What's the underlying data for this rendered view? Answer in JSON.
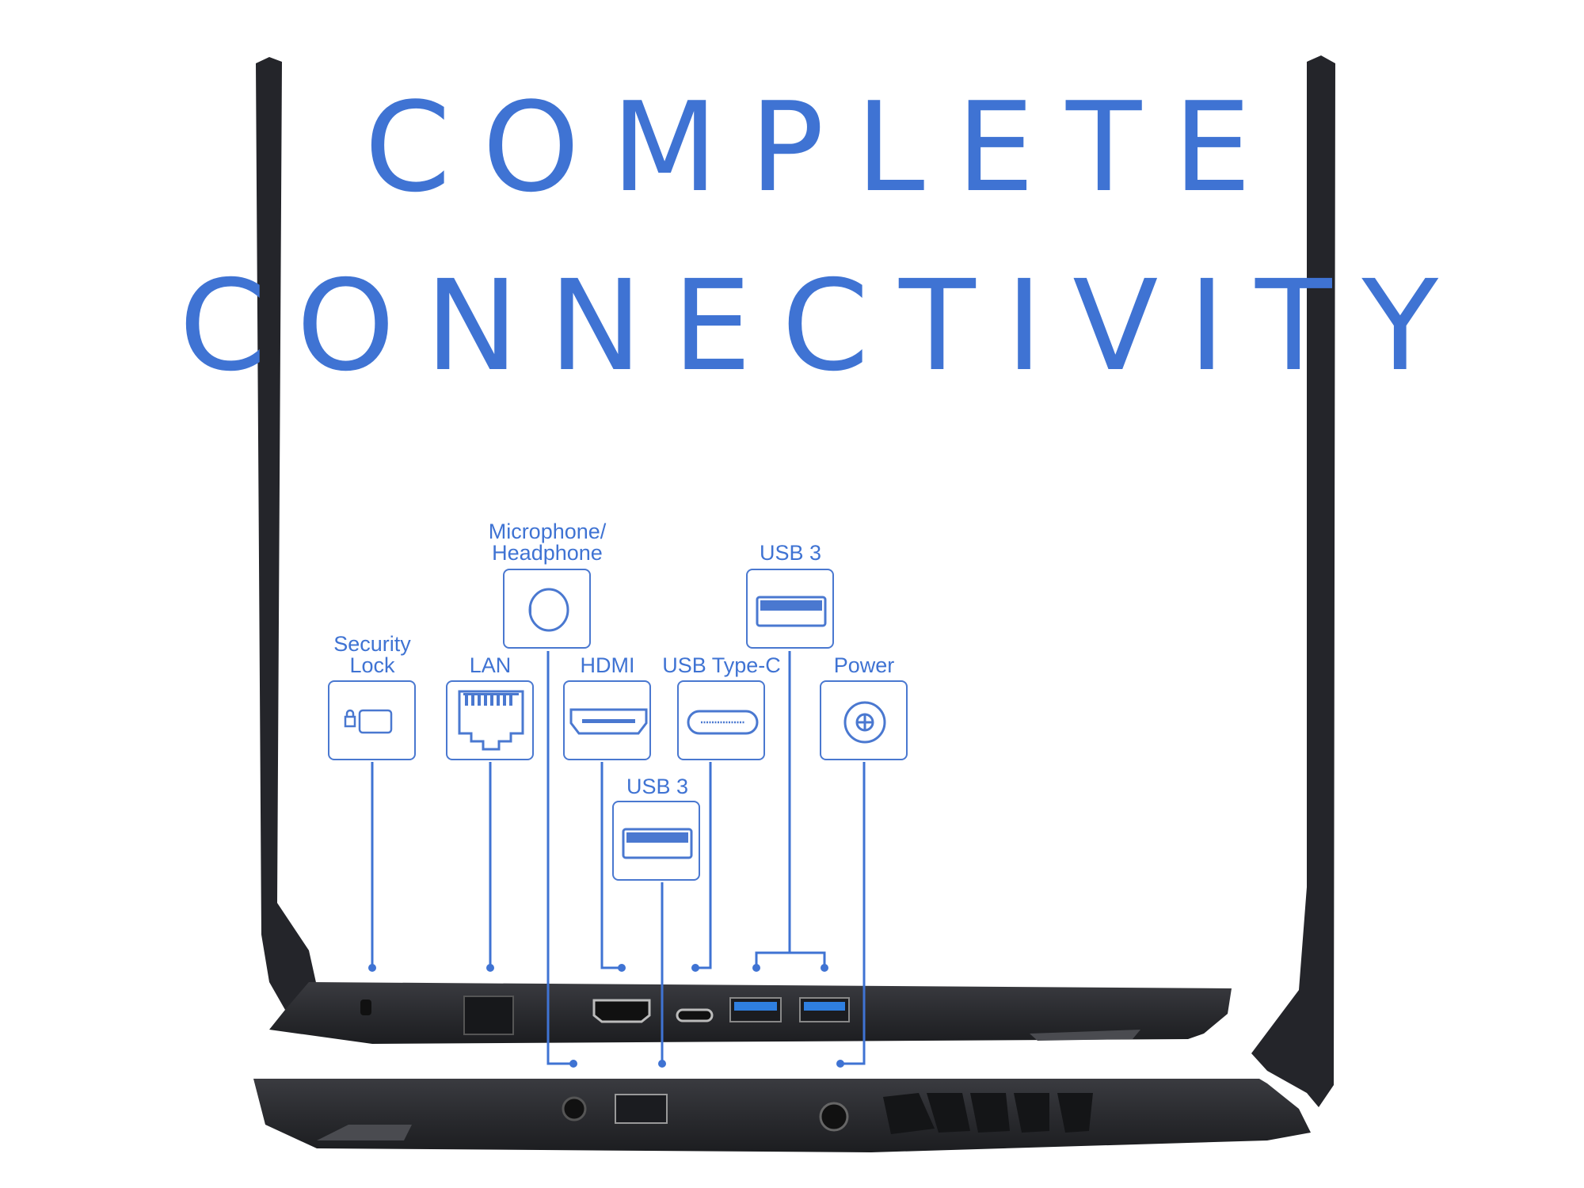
{
  "headline": {
    "line1": "COMPLETE",
    "line2": "CONNECTIVITY"
  },
  "ports": {
    "security_lock": {
      "line1": "Security",
      "line2": "Lock"
    },
    "lan": "LAN",
    "mic_headphone": {
      "line1": "Microphone/",
      "line2": "Headphone"
    },
    "hdmi": "HDMI",
    "usb_type_c": "USB Type-C",
    "usb3_top": "USB 3",
    "usb3_bottom": "USB 3",
    "power": "Power"
  },
  "colors": {
    "accent": "#3f73d3",
    "laptop": "#26272b"
  }
}
